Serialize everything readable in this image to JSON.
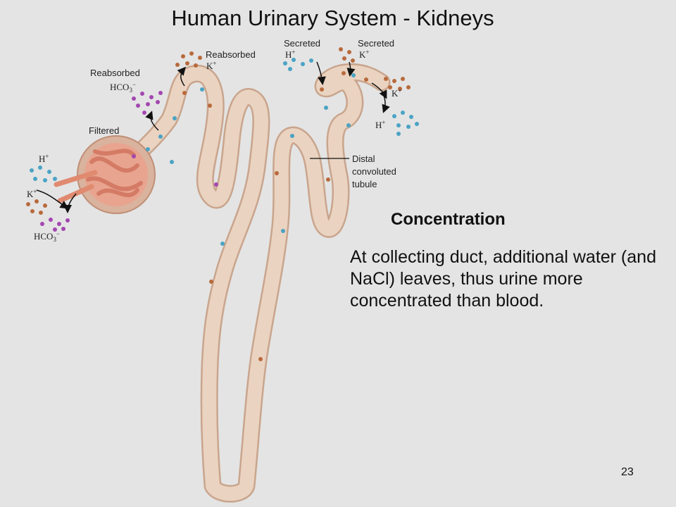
{
  "slide": {
    "title": "Human Urinary System - Kidneys",
    "page_number": "23"
  },
  "diagram": {
    "labels": {
      "reabsorbed_k": "Reabsorbed",
      "k_ion": "K",
      "reabsorbed_hco3": "Reabsorbed",
      "hco3": "HCO",
      "filtered": "Filtered",
      "h_ion": "H",
      "k_ion_left": "K",
      "hco3_left": "HCO",
      "secreted_h": "Secreted",
      "secreted_k": "Secreted",
      "h_ion_top": "H",
      "k_ion_top": "K",
      "k_ion_right": "K",
      "h_ion_right": "H",
      "distal_line1": "Distal",
      "distal_line2": "convoluted",
      "distal_line3": "tubule"
    },
    "colors": {
      "tubule_fill": "#e8cdb8",
      "tubule_stroke": "#c9a58d",
      "glomerulus": "#e49a85",
      "ion_blue": "#4aa3c4",
      "ion_brown": "#b86a3c",
      "ion_purple": "#a347b0"
    }
  },
  "content": {
    "heading": "Concentration",
    "body": "At collecting duct, additional water (and NaCl) leaves, thus urine more concentrated than blood."
  }
}
